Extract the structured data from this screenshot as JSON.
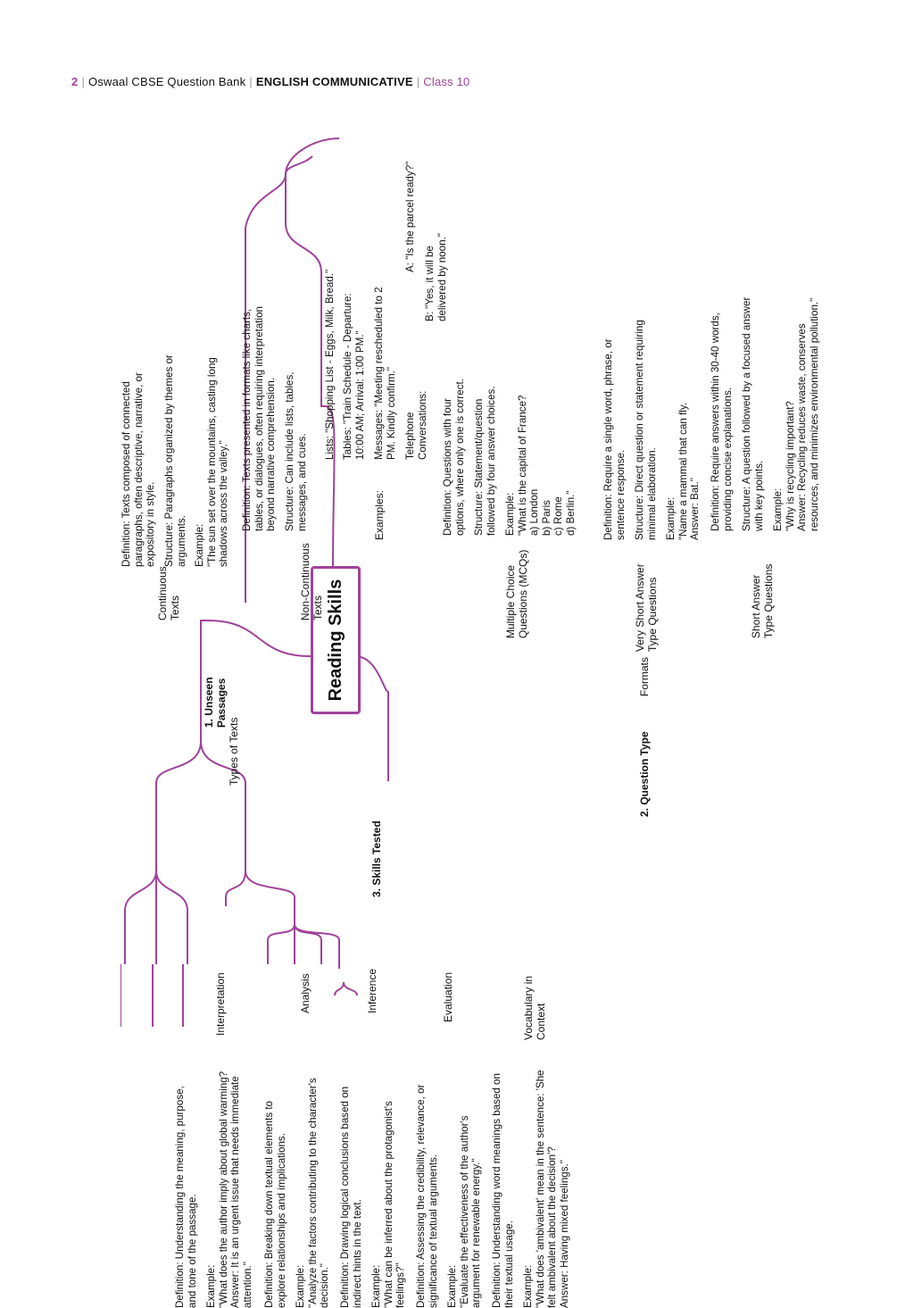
{
  "header": {
    "page_no": "2",
    "book": "Oswaal CBSE Question Bank",
    "subject": "ENGLISH COMMUNICATIVE",
    "class_label": "Class 10"
  },
  "diagram": {
    "root": "Reading Skills",
    "unseen": {
      "title_1": "1. Unseen",
      "title_2": "Passages",
      "types_label": "Types of Texts",
      "continuous": {
        "label_1": "Continuous",
        "label_2": "Texts",
        "def_1": "Definition: Texts composed of connected",
        "def_2": "paragraphs, often descriptive, narrative, or",
        "def_3": "expository in style.",
        "struct_1": "Structure: Paragraphs organized by themes or",
        "struct_2": "arguments.",
        "ex_1": "Example:",
        "ex_2": "\"The sun set over the mountains, casting long",
        "ex_3": "shadows across the valley.\""
      },
      "noncontinuous": {
        "label_1": "Non-Continuous",
        "label_2": "Texts",
        "def_1": "Definition: Texts presented in formats like charts,",
        "def_2": "tables, or dialogues, often requiring interpretation",
        "def_3": "beyond narrative comprehension.",
        "struct_1": "Structure: Can include lists, tables,",
        "struct_2": "messages, and cues.",
        "examples_label": "Examples:",
        "lists": "Lists: \"Shopping List - Eggs, Milk, Bread.\"",
        "tables_1": "Tables: \"Train Schedule - Departure:",
        "tables_2": "10:00 AM; Arrival: 1:00 PM.\"",
        "messages_1": "Messages: \"Meeting rescheduled to 2",
        "messages_2": "PM. Kindly confirm.\"",
        "tel_1": "Telephone",
        "tel_2": "Conversations:",
        "tel_a": "A: \"Is the parcel ready?\"",
        "tel_b_1": "B: \"Yes, it will be",
        "tel_b_2": "delivered by noon.\""
      }
    },
    "question_type": {
      "title": "2. Question Type",
      "formats_label": "Formats",
      "mcq": {
        "label_1": "Multiple Choice",
        "label_2": "Questions (MCQs)",
        "def_1": "Definition: Questions with four",
        "def_2": "options, where only one is correct.",
        "struct_1": "Structure: Statement/question",
        "struct_2": "followed by four answer choices.",
        "ex_1": "Example:",
        "ex_2": "\"What is the capital of France?",
        "opt_a": "a) London",
        "opt_b": "b) Paris",
        "opt_c": "c) Rome",
        "opt_d": "d) Berlin.\""
      },
      "vsa": {
        "label_1": "Very Short Answer",
        "label_2": "Type Questions",
        "def_1": "Definition: Require a single word, phrase, or",
        "def_2": "sentence response.",
        "struct_1": "Structure: Direct question or statement requiring",
        "struct_2": "minimal elaboration.",
        "ex_1": "Example:",
        "ex_2": "\"Name a mammal that can fly.",
        "ex_3": "Answer: Bat.\""
      },
      "sa": {
        "label_1": "Short Answer",
        "label_2": "Type Questions",
        "def_1": "Definition: Require answers within 30-40 words,",
        "def_2": "providing concise explanations.",
        "struct_1": "Structure: A question followed by a focused answer",
        "struct_2": "with key points.",
        "ex_1": "Example:",
        "ex_2": "\"Why is recycling important?",
        "ex_3": "Answer: Recycling reduces waste, conserves",
        "ex_4": "resources, and minimizes environmental pollution.\""
      }
    },
    "skills": {
      "title": "3. Skills Tested",
      "interpretation": {
        "label": "Interpretation",
        "def_1": "Definition: Understanding the meaning, purpose,",
        "def_2": "and tone of the passage.",
        "ex_1": "Example:",
        "ex_2": "\"What does the author imply about global warming?",
        "ex_3": "Answer: It is an urgent issue that needs immediate",
        "ex_4": "attention.\""
      },
      "analysis": {
        "label": "Analysis",
        "def_1": "Definition: Breaking down textual elements to",
        "def_2": "explore relationships and implications.",
        "ex_1": "Example:",
        "ex_2": "\"Analyze the factors contributing to the character's",
        "ex_3": "decision.\""
      },
      "inference": {
        "label": "Inference",
        "def_1": "Definition: Drawing logical conclusions based on",
        "def_2": "indirect hints in the text.",
        "ex_1": "Example:",
        "ex_2": "\"What can be inferred about the protagonist's",
        "ex_3": "feelings?\""
      },
      "evaluation": {
        "label": "Evaluation",
        "def_1": "Definition: Assessing the credibility, relevance, or",
        "def_2": "significance of textual arguments.",
        "ex_1": "Example:",
        "ex_2": "\"Evaluate the effectiveness of the author's",
        "ex_3": "argument for renewable energy.\""
      },
      "vocab": {
        "label_1": "Vocabulary in",
        "label_2": "Context",
        "def_1": "Definition: Understanding word meanings based on",
        "def_2": "their textual usage.",
        "ex_1": "Example:",
        "ex_2": "\"What does 'ambivalent' mean in the sentence: 'She",
        "ex_3": "felt ambivalent about the decision'?",
        "ex_4": "Answer: Having mixed feelings.\""
      }
    }
  },
  "colors": {
    "accent": "#a0439a",
    "text": "#111111"
  }
}
